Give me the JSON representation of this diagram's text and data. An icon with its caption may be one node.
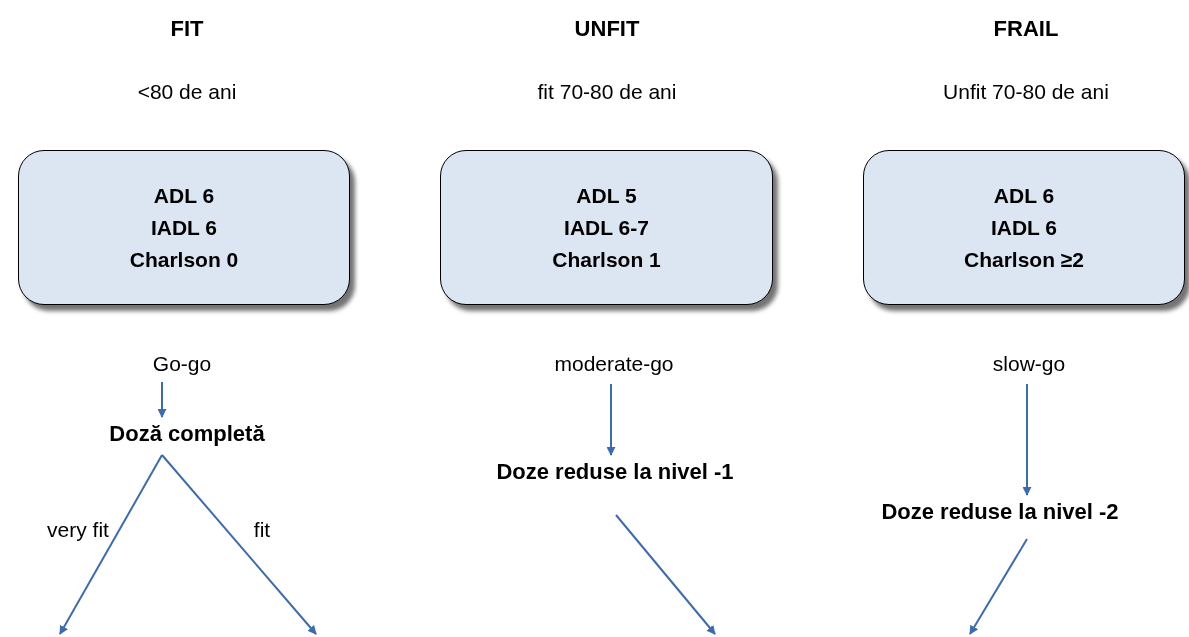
{
  "diagram": {
    "nodes": [
      {
        "text": [
          "ADL 6",
          "IADL 6",
          "Charlson 0"
        ]
      },
      {
        "text": [
          "ADL 5",
          "IADL 6-7",
          "Charlson 1"
        ]
      },
      {
        "text": [
          "ADL 6",
          "IADL 6",
          "Charlson ≥2"
        ]
      },
      {
        "text": [
          "Go-go"
        ]
      },
      {
        "text": [
          "moderate-go"
        ]
      },
      {
        "text": [
          "slow-go"
        ]
      },
      {
        "text": [
          "Doză completă"
        ]
      },
      {
        "text": [
          "Doze reduse la nivel -1"
        ]
      },
      {
        "text": [
          "Doze reduse la nivel -2"
        ]
      }
    ],
    "edges": [
      {
        "from": 3,
        "to": 6,
        "arrow": "to"
      },
      {
        "from": 4,
        "to": 7,
        "arrow": "to"
      },
      {
        "from": 5,
        "to": 8,
        "arrow": "to"
      },
      {
        "from": 6,
        "to": null,
        "arrow": "to",
        "label": "very fit"
      },
      {
        "from": 6,
        "to": null,
        "arrow": "to",
        "label": "fit"
      },
      {
        "from": 7,
        "to": null,
        "arrow": "to"
      },
      {
        "from": 8,
        "to": null,
        "arrow": "to"
      }
    ],
    "labels": [
      "FIT",
      "UNFIT",
      "FRAIL",
      "<80 de ani",
      "fit 70-80 de ani",
      "Unfit 70-80 de ani"
    ]
  }
}
